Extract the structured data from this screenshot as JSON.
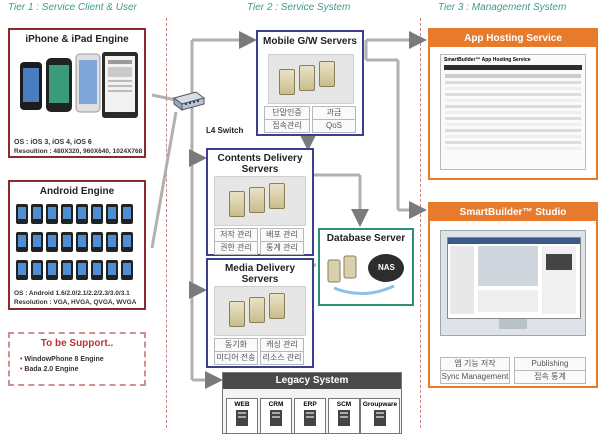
{
  "tiers": {
    "tier1": "Tier 1 : Service Client & User",
    "tier2": "Tier 2 : Service System",
    "tier3": "Tier 3 : Management System"
  },
  "iphone": {
    "title": "iPhone & iPad Engine",
    "os": "OS : iOS 3, iOS 4, iOS 6",
    "resolution": "Resoultion : 480X320, 960X640, 1024X768"
  },
  "android": {
    "title": "Android Engine",
    "os": "OS : Android 1.6/2.0/2.1/2.2/2.3/3.0/3.1",
    "resolution": "Resolution : VGA, HVGA, QVGA, WVGA"
  },
  "support": {
    "title": "To be Support..",
    "items": [
      "WindowPhone 8 Engine",
      "Bada 2.0 Engine"
    ]
  },
  "switch_label": "L4 Switch",
  "mobile_gw": {
    "title": "Mobile G/W Servers",
    "cells": [
      "단말인증",
      "과금",
      "접속관리",
      "QoS"
    ]
  },
  "contents_delivery": {
    "title_line1": "Contents Delivery",
    "title_line2": "Servers",
    "cells": [
      "저작 관리",
      "배포 관리",
      "권한 관리",
      "통계 관리"
    ]
  },
  "media_delivery": {
    "title_line1": "Media Delivery",
    "title_line2": "Servers",
    "cells": [
      "동기화",
      "캐싱 관리",
      "미디어 전송",
      "리소스 관리"
    ]
  },
  "database": {
    "title": "Database Server",
    "nas_label": "NAS"
  },
  "legacy": {
    "title": "Legacy System",
    "items": [
      "WEB",
      "CRM",
      "ERP",
      "SCM",
      "Groupware"
    ]
  },
  "app_hosting": {
    "title": "App Hosting Service",
    "screen_title": "SmartBuilder™ App Hosting Service"
  },
  "smartbuilder": {
    "title": "SmartBuilder™ Studio",
    "cells": [
      "앱 기능 저작",
      "Publishing",
      "Sync Management",
      "접속 통계"
    ]
  },
  "colors": {
    "tier_text": "#3f9a8e",
    "client_border": "#8b2b2b",
    "service_border": "#3c3f8f",
    "mgmt_border": "#e87a2c",
    "db_border": "#2c8f7a",
    "legacy_header": "#4a4a4a"
  }
}
